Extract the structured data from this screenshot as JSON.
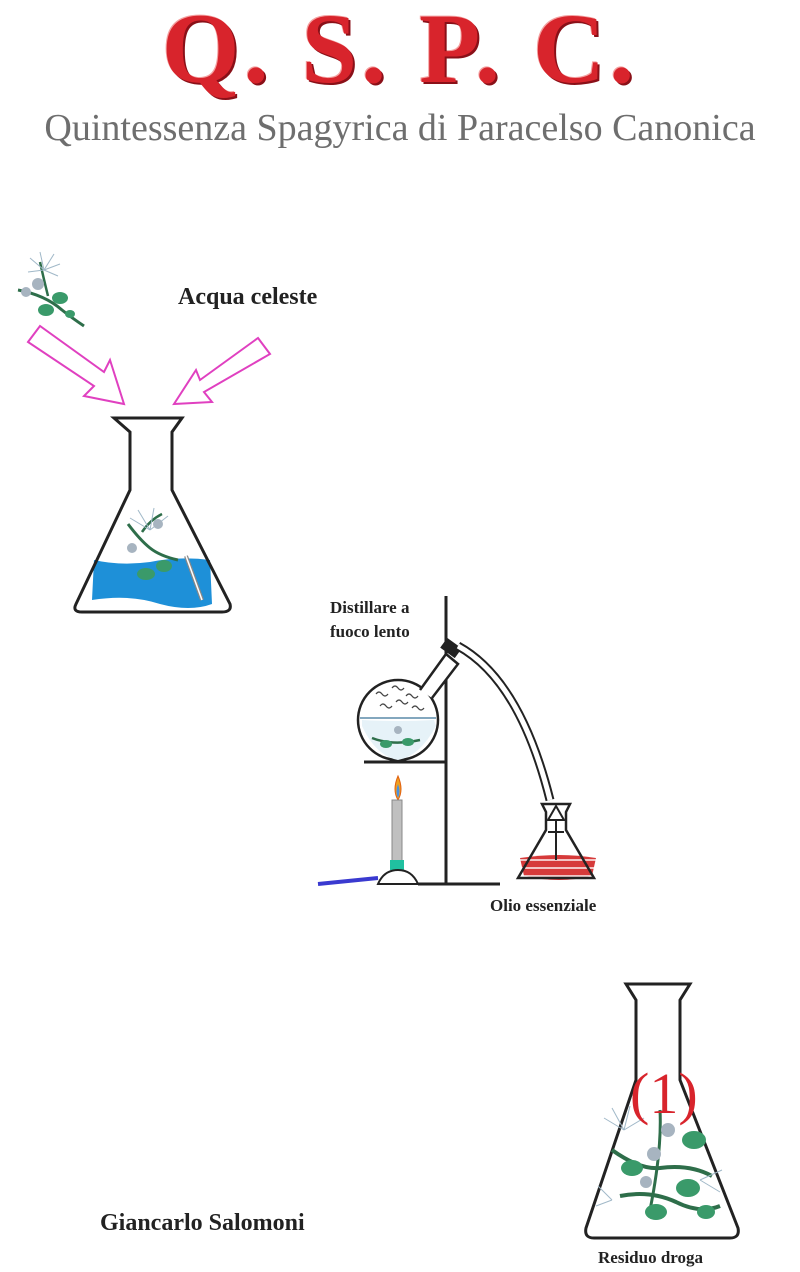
{
  "header": {
    "title": "Q. S. P. C.",
    "subtitle": "Quintessenza Spagyrica di Paracelso Canonica"
  },
  "labels": {
    "acqua": "Acqua celeste",
    "distil_line1": "Distillare a",
    "distil_line2": "fuoco lento",
    "olio": "Olio essenziale",
    "step_number": "(1)",
    "residuo": "Residuo droga"
  },
  "footer": {
    "author": "Giancarlo Salomoni"
  },
  "colors": {
    "title_red": "#d8242c",
    "subtitle_gray": "#6e6e6e",
    "water_blue": "#1e90d8",
    "arrow_magenta": "#e040c0",
    "oil_red": "#d63a3a",
    "herb_green": "#2e8b57"
  }
}
